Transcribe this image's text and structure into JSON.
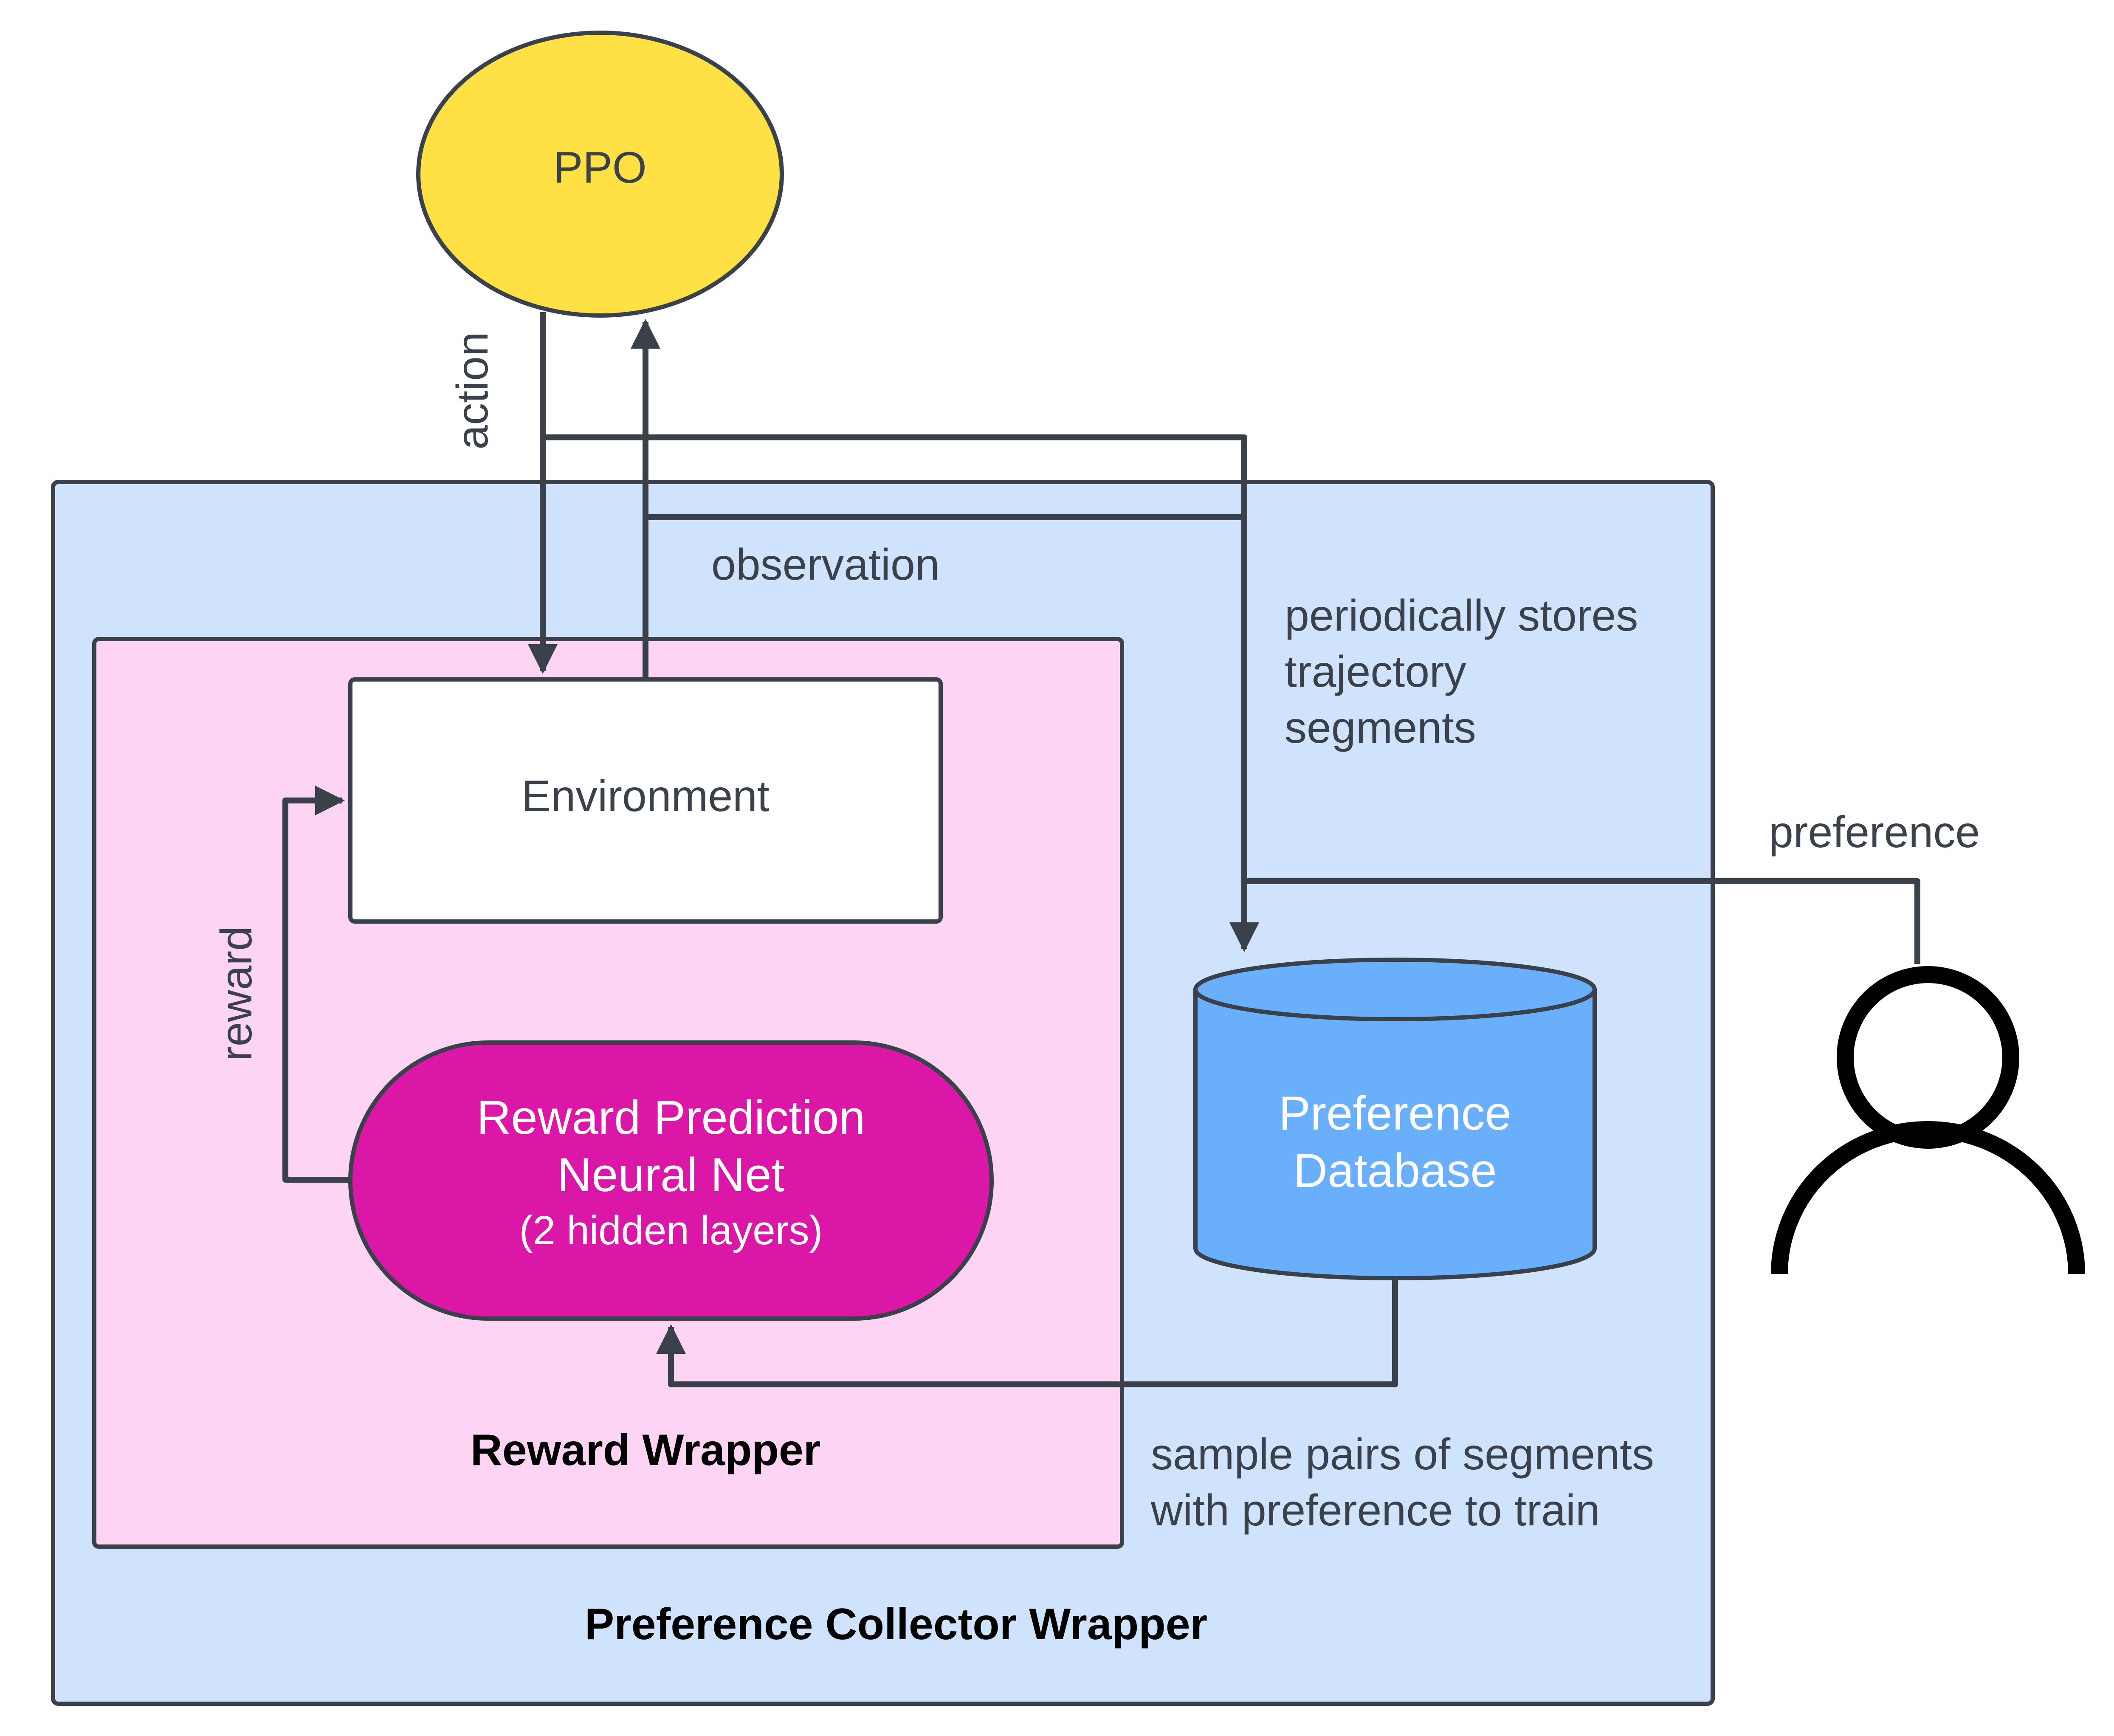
{
  "colors": {
    "outer_fill": "#cfe4fc",
    "inner_fill": "#fdd4f4",
    "ppo_fill": "#ffe146",
    "reward_net_fill": "#da17a7",
    "database_fill": "#6aaffc",
    "environment_fill": "#ffffff",
    "stroke": "#3a414a"
  },
  "nodes": {
    "ppo": "PPO",
    "environment": "Environment",
    "reward_net": {
      "line1": "Reward Prediction",
      "line2": "Neural Net",
      "line3": "(2 hidden layers)"
    },
    "database": {
      "line1": "Preference",
      "line2": "Database"
    },
    "human_icon": "person-icon"
  },
  "containers": {
    "reward_wrapper": "Reward Wrapper",
    "preference_collector_wrapper": "Preference Collector Wrapper"
  },
  "edges": {
    "action": "action",
    "observation": "observation",
    "reward": "reward",
    "preference": "preference",
    "stores": [
      "periodically stores",
      "trajectory",
      "segments"
    ],
    "sample": [
      "sample pairs of segments",
      "with preference to train"
    ]
  }
}
